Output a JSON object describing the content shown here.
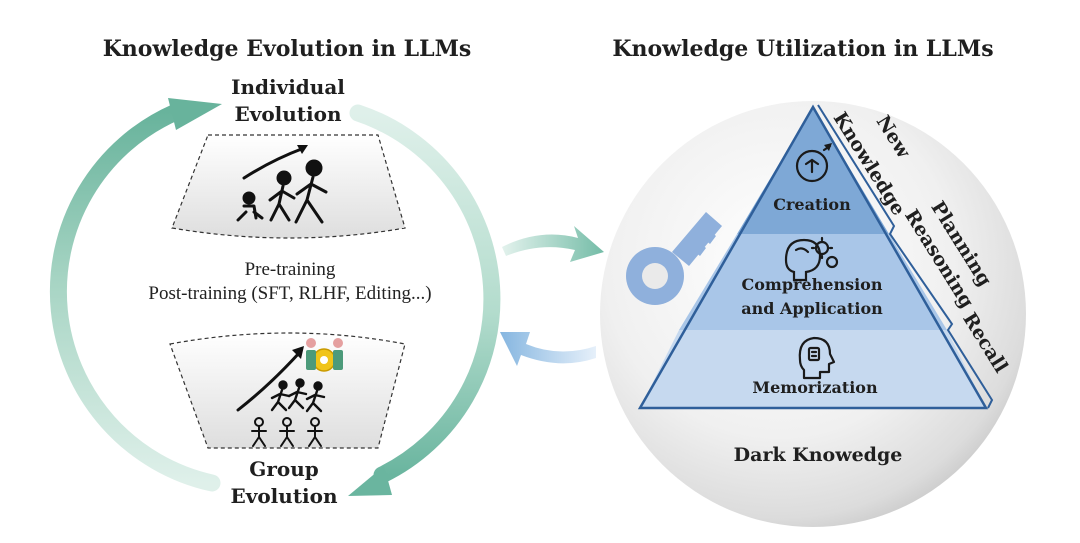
{
  "left": {
    "title": "Knowledge Evolution in LLMs",
    "individual_line1": "Individual",
    "individual_line2": "Evolution",
    "training_line1": "Pre-training",
    "training_line2": "Post-training (SFT, RLHF, Editing...)",
    "group_line1": "Group",
    "group_line2": "Evolution"
  },
  "right": {
    "title": "Knowledge Utilization in LLMs",
    "pyramid": {
      "creation": "Creation",
      "comprehension_line1": "Comprehension",
      "comprehension_line2": "and Application",
      "memorization": "Memorization"
    },
    "side_labels": {
      "new_line1": "New",
      "new_line2": "Knowledge",
      "planning": "Planning",
      "reasoning": "Reasoning",
      "recall": "Recall"
    },
    "dark_knowledge": "Dark Knowedge"
  },
  "colors": {
    "teal": "#7cc0ad",
    "blue_arrow": "#8ab8e0",
    "pyramid_top": "#7ea8d6",
    "pyramid_mid": "#a9c6e8",
    "pyramid_bottom": "#c6d9ef",
    "key": "#8fb0dc"
  },
  "icons": [
    "climbing-people-icon",
    "team-growth-icon",
    "creative-mind-icon",
    "brain-gears-icon",
    "memory-head-icon",
    "key-icon"
  ]
}
